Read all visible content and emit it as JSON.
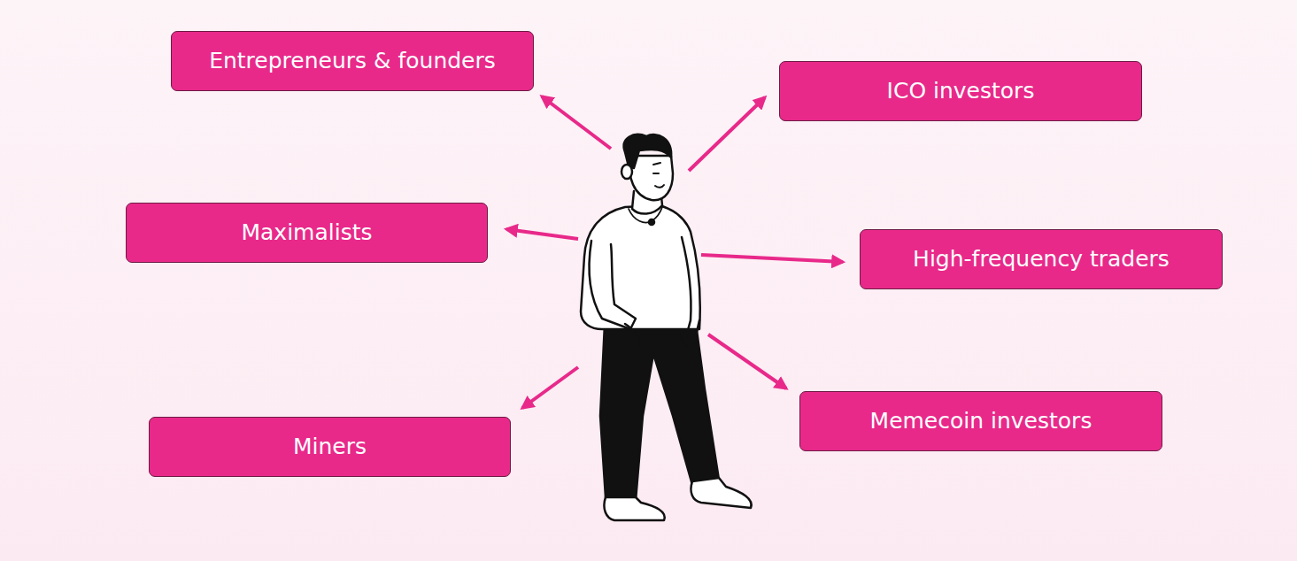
{
  "diagram": {
    "nodes": [
      {
        "text": [
          "Entrepreneurs & founders"
        ]
      },
      {
        "text": [
          "ICO investors"
        ]
      },
      {
        "text": [
          "Maximalists"
        ]
      },
      {
        "text": [
          "High-frequency traders"
        ]
      },
      {
        "text": [
          "Miners"
        ]
      },
      {
        "text": [
          "Memecoin investors"
        ]
      }
    ]
  }
}
